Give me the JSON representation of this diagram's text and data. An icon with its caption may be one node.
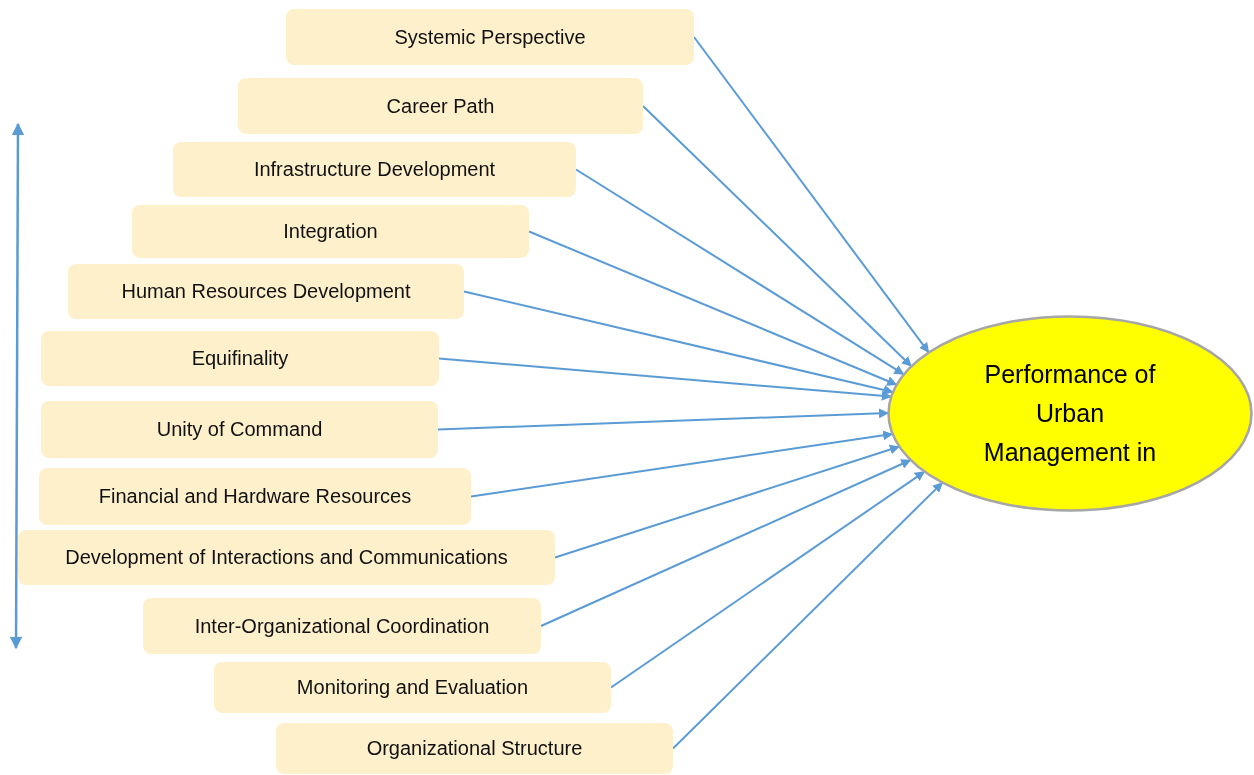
{
  "diagram": {
    "nodes": [
      {
        "text": [
          "Systemic Perspective"
        ]
      },
      {
        "text": [
          "Career Path"
        ]
      },
      {
        "text": [
          "Infrastructure Development"
        ]
      },
      {
        "text": [
          "Integration"
        ]
      },
      {
        "text": [
          "Human Resources Development"
        ]
      },
      {
        "text": [
          "Equifinality"
        ]
      },
      {
        "text": [
          "Unity of Command"
        ]
      },
      {
        "text": [
          "Financial and Hardware Resources"
        ]
      },
      {
        "text": [
          "Development of Interactions and Communications"
        ]
      },
      {
        "text": [
          "Inter-Organizational Coordination"
        ]
      },
      {
        "text": [
          "Monitoring and Evaluation"
        ]
      },
      {
        "text": [
          "Organizational Structure"
        ]
      },
      {
        "text": [
          "Performance of Urban Management in"
        ]
      }
    ],
    "edges": [
      {
        "from": 0,
        "to": 12,
        "arrow": "to"
      },
      {
        "from": 1,
        "to": 12,
        "arrow": "to"
      },
      {
        "from": 2,
        "to": 12,
        "arrow": "to"
      },
      {
        "from": 3,
        "to": 12,
        "arrow": "to"
      },
      {
        "from": 4,
        "to": 12,
        "arrow": "to"
      },
      {
        "from": 5,
        "to": 12,
        "arrow": "to"
      },
      {
        "from": 6,
        "to": 12,
        "arrow": "to"
      },
      {
        "from": 7,
        "to": 12,
        "arrow": "to"
      },
      {
        "from": 8,
        "to": 12,
        "arrow": "to"
      },
      {
        "from": 9,
        "to": 12,
        "arrow": "to"
      },
      {
        "from": 10,
        "to": 12,
        "arrow": "to"
      },
      {
        "from": 11,
        "to": 12,
        "arrow": "to"
      }
    ]
  }
}
